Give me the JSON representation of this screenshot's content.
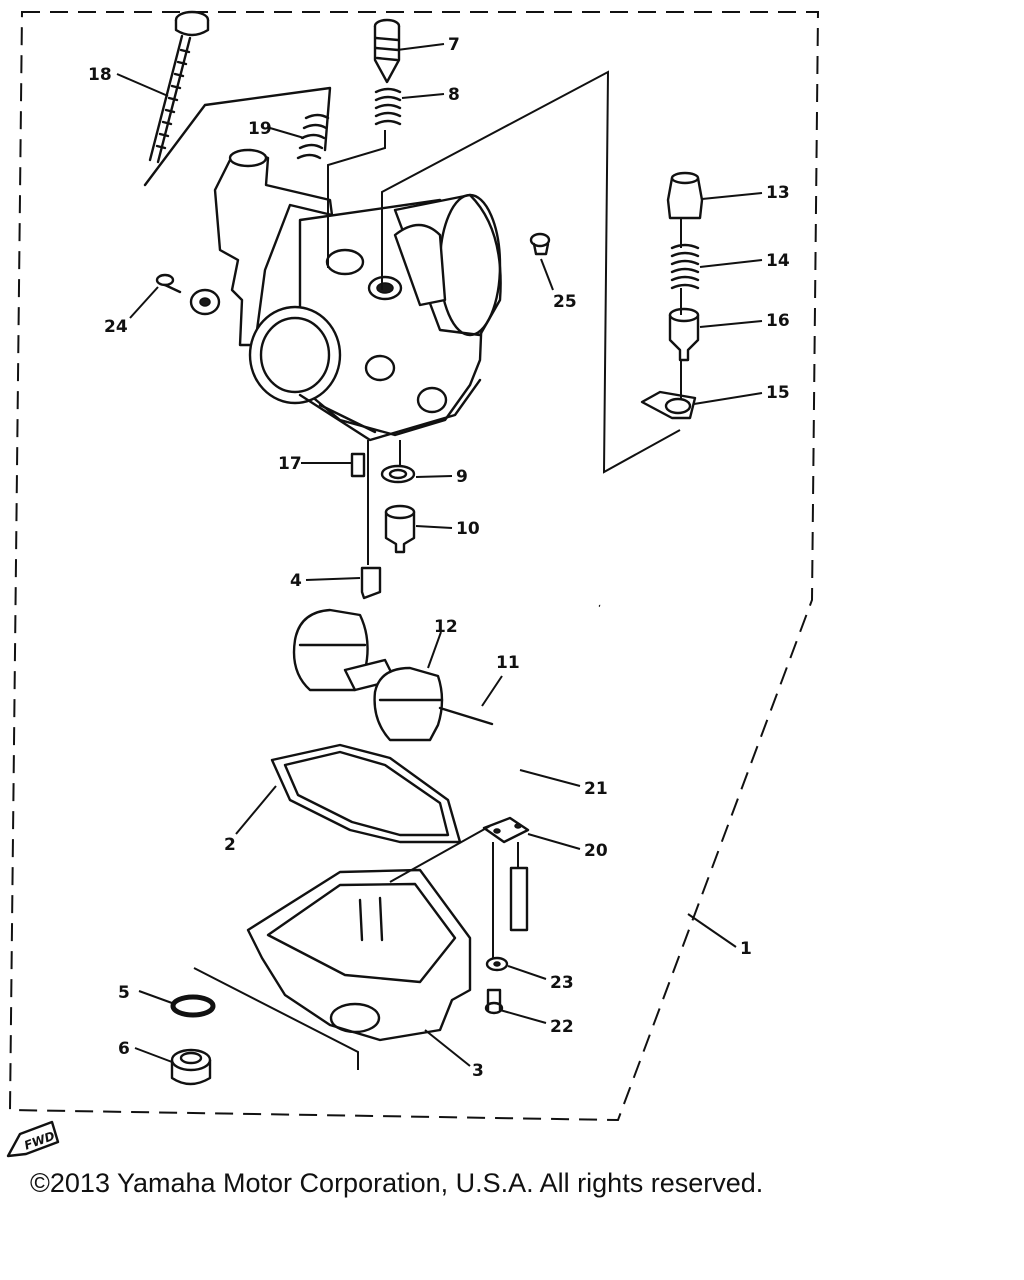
{
  "diagram": {
    "part_numbers": [
      "1",
      "2",
      "3",
      "4",
      "5",
      "6",
      "7",
      "8",
      "9",
      "10",
      "11",
      "12",
      "13",
      "14",
      "15",
      "16",
      "17",
      "18",
      "19",
      "20",
      "21",
      "22",
      "23",
      "24",
      "25"
    ],
    "forward_marker": "FWD",
    "icons": {
      "forward": "fwd-arrow-icon"
    }
  },
  "footer": {
    "copyright": "©2013 Yamaha Motor Corporation, U.S.A. All rights reserved."
  }
}
